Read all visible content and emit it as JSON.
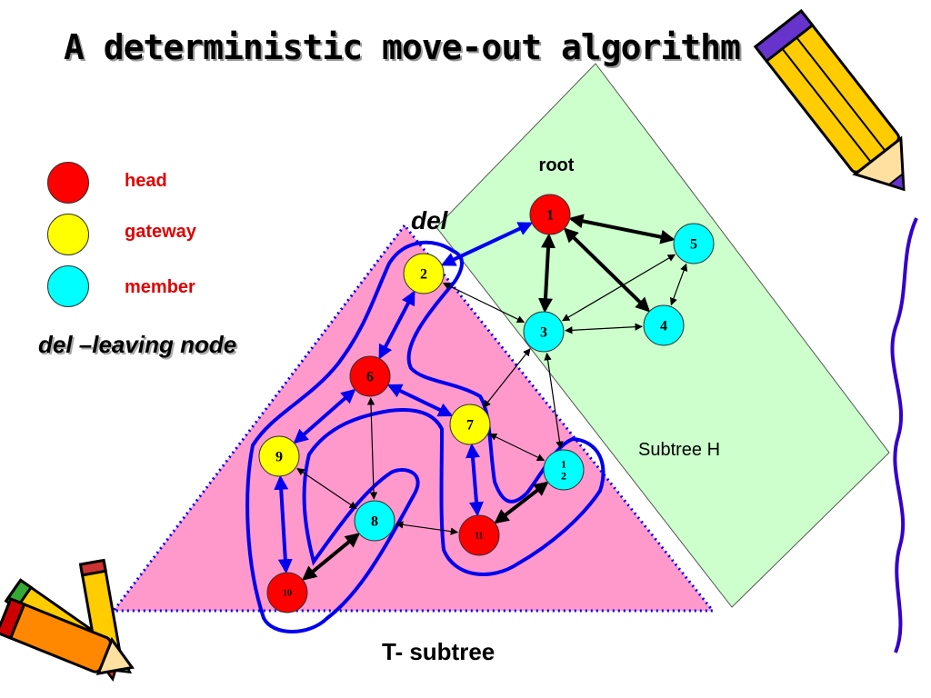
{
  "slide": {
    "title": "A deterministic move-out algorithm",
    "legend": [
      {
        "color": "#ff0000",
        "label": "head"
      },
      {
        "color": "#ffff00",
        "label": "gateway"
      },
      {
        "color": "#00ffff",
        "label": "member"
      }
    ],
    "del_note": "del –leaving node",
    "labels": {
      "root": "root",
      "del": "del",
      "subtree_h": "Subtree H",
      "t_subtree": "T- subtree"
    }
  },
  "nodes": [
    {
      "id": "1",
      "label": "1",
      "role": "head"
    },
    {
      "id": "2",
      "label": "2",
      "role": "gateway"
    },
    {
      "id": "3",
      "label": "3",
      "role": "member"
    },
    {
      "id": "4",
      "label": "4",
      "role": "member"
    },
    {
      "id": "5",
      "label": "5",
      "role": "member"
    },
    {
      "id": "6",
      "label": "6",
      "role": "head"
    },
    {
      "id": "7",
      "label": "7",
      "role": "gateway"
    },
    {
      "id": "8",
      "label": "8",
      "role": "member"
    },
    {
      "id": "9",
      "label": "9",
      "role": "gateway"
    },
    {
      "id": "10",
      "label": "10",
      "role": "head"
    },
    {
      "id": "11",
      "label": "11",
      "role": "head"
    },
    {
      "id": "12",
      "label": "1\n2",
      "role": "member"
    }
  ],
  "edges": [
    {
      "from": "1",
      "to": "3",
      "style": "thick"
    },
    {
      "from": "1",
      "to": "5",
      "style": "thick"
    },
    {
      "from": "1",
      "to": "4",
      "style": "thick"
    },
    {
      "from": "5",
      "to": "3",
      "style": "thin"
    },
    {
      "from": "5",
      "to": "4",
      "style": "thin"
    },
    {
      "from": "3",
      "to": "4",
      "style": "thin"
    },
    {
      "from": "2",
      "to": "3",
      "style": "thin"
    },
    {
      "from": "3",
      "to": "7",
      "style": "thin"
    },
    {
      "from": "3",
      "to": "12",
      "style": "thin"
    },
    {
      "from": "7",
      "to": "12",
      "style": "thin"
    },
    {
      "from": "12",
      "to": "11",
      "style": "thick"
    },
    {
      "from": "6",
      "to": "8",
      "style": "thin"
    },
    {
      "from": "9",
      "to": "8",
      "style": "thin"
    },
    {
      "from": "8",
      "to": "11",
      "style": "thin"
    },
    {
      "from": "8",
      "to": "10",
      "style": "thick"
    },
    {
      "from": "2",
      "to": "1",
      "style": "blue"
    },
    {
      "from": "2",
      "to": "6",
      "style": "blue"
    },
    {
      "from": "6",
      "to": "9",
      "style": "blue"
    },
    {
      "from": "9",
      "to": "10",
      "style": "blue"
    },
    {
      "from": "6",
      "to": "7",
      "style": "blue"
    },
    {
      "from": "7",
      "to": "11",
      "style": "blue"
    }
  ],
  "colors": {
    "head": "#ff0000",
    "gateway": "#ffff00",
    "member": "#00ffff",
    "subtree_h_fill": "#ccffcc",
    "t_subtree_fill": "#ff99cc",
    "dotted_border": "#0000ee",
    "path_blue": "#0000ee",
    "wave_border": "#3300cc"
  },
  "decorations": [
    "pencil-top-right",
    "pencils-bottom-left"
  ]
}
